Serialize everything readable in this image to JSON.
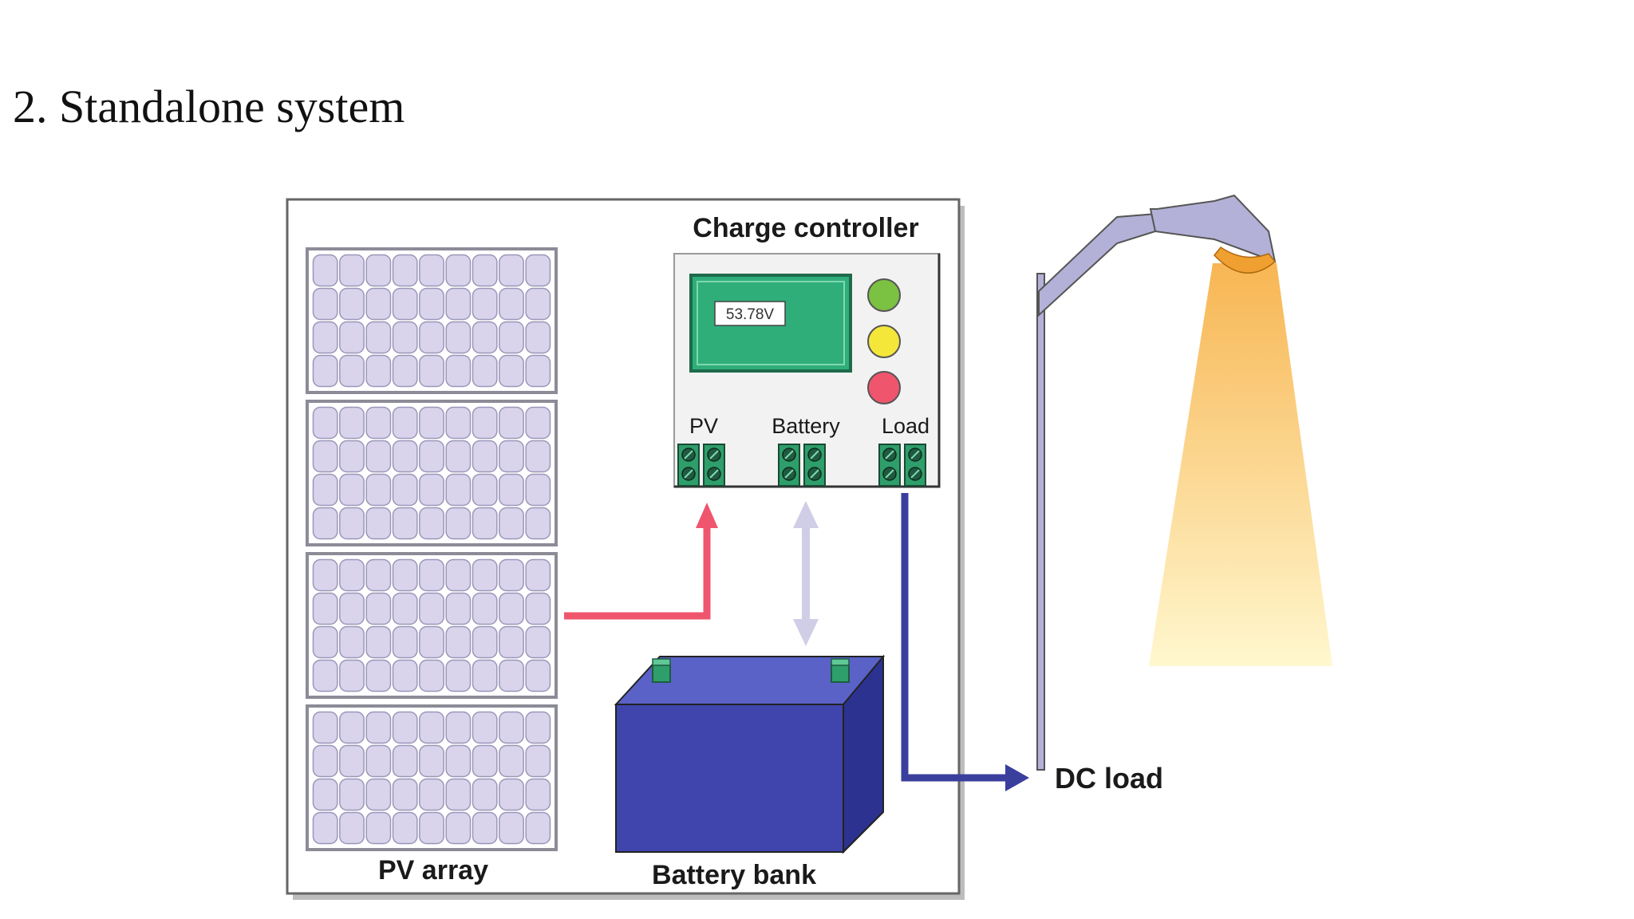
{
  "title": "2. Standalone system",
  "diagram": {
    "controller": {
      "label": "Charge controller",
      "display_reading": "53.78V",
      "terminals": [
        "PV",
        "Battery",
        "Load"
      ],
      "indicator_colors": [
        "#7bc142",
        "#f5e63a",
        "#f0556e"
      ]
    },
    "pv_label": "PV array",
    "battery_label": "Battery bank",
    "load_label": "DC load"
  },
  "colors": {
    "panel_cell": "#d9d4ec",
    "panel_frame": "#8c8c98",
    "lcd": "#2fae7a",
    "terminal": "#2e9e6a",
    "battery_front": "#3f45ad",
    "battery_top": "#5a62c8",
    "battery_side": "#2c3290",
    "pv_arrow": "#f0556e",
    "battery_arrow": "#d0cde6",
    "load_arrow": "#3a3f9e",
    "lamp_pole": "#b4b1d8",
    "lamp_glow_top": "#f7b24a",
    "lamp_glow_bottom": "#fff7cc"
  }
}
